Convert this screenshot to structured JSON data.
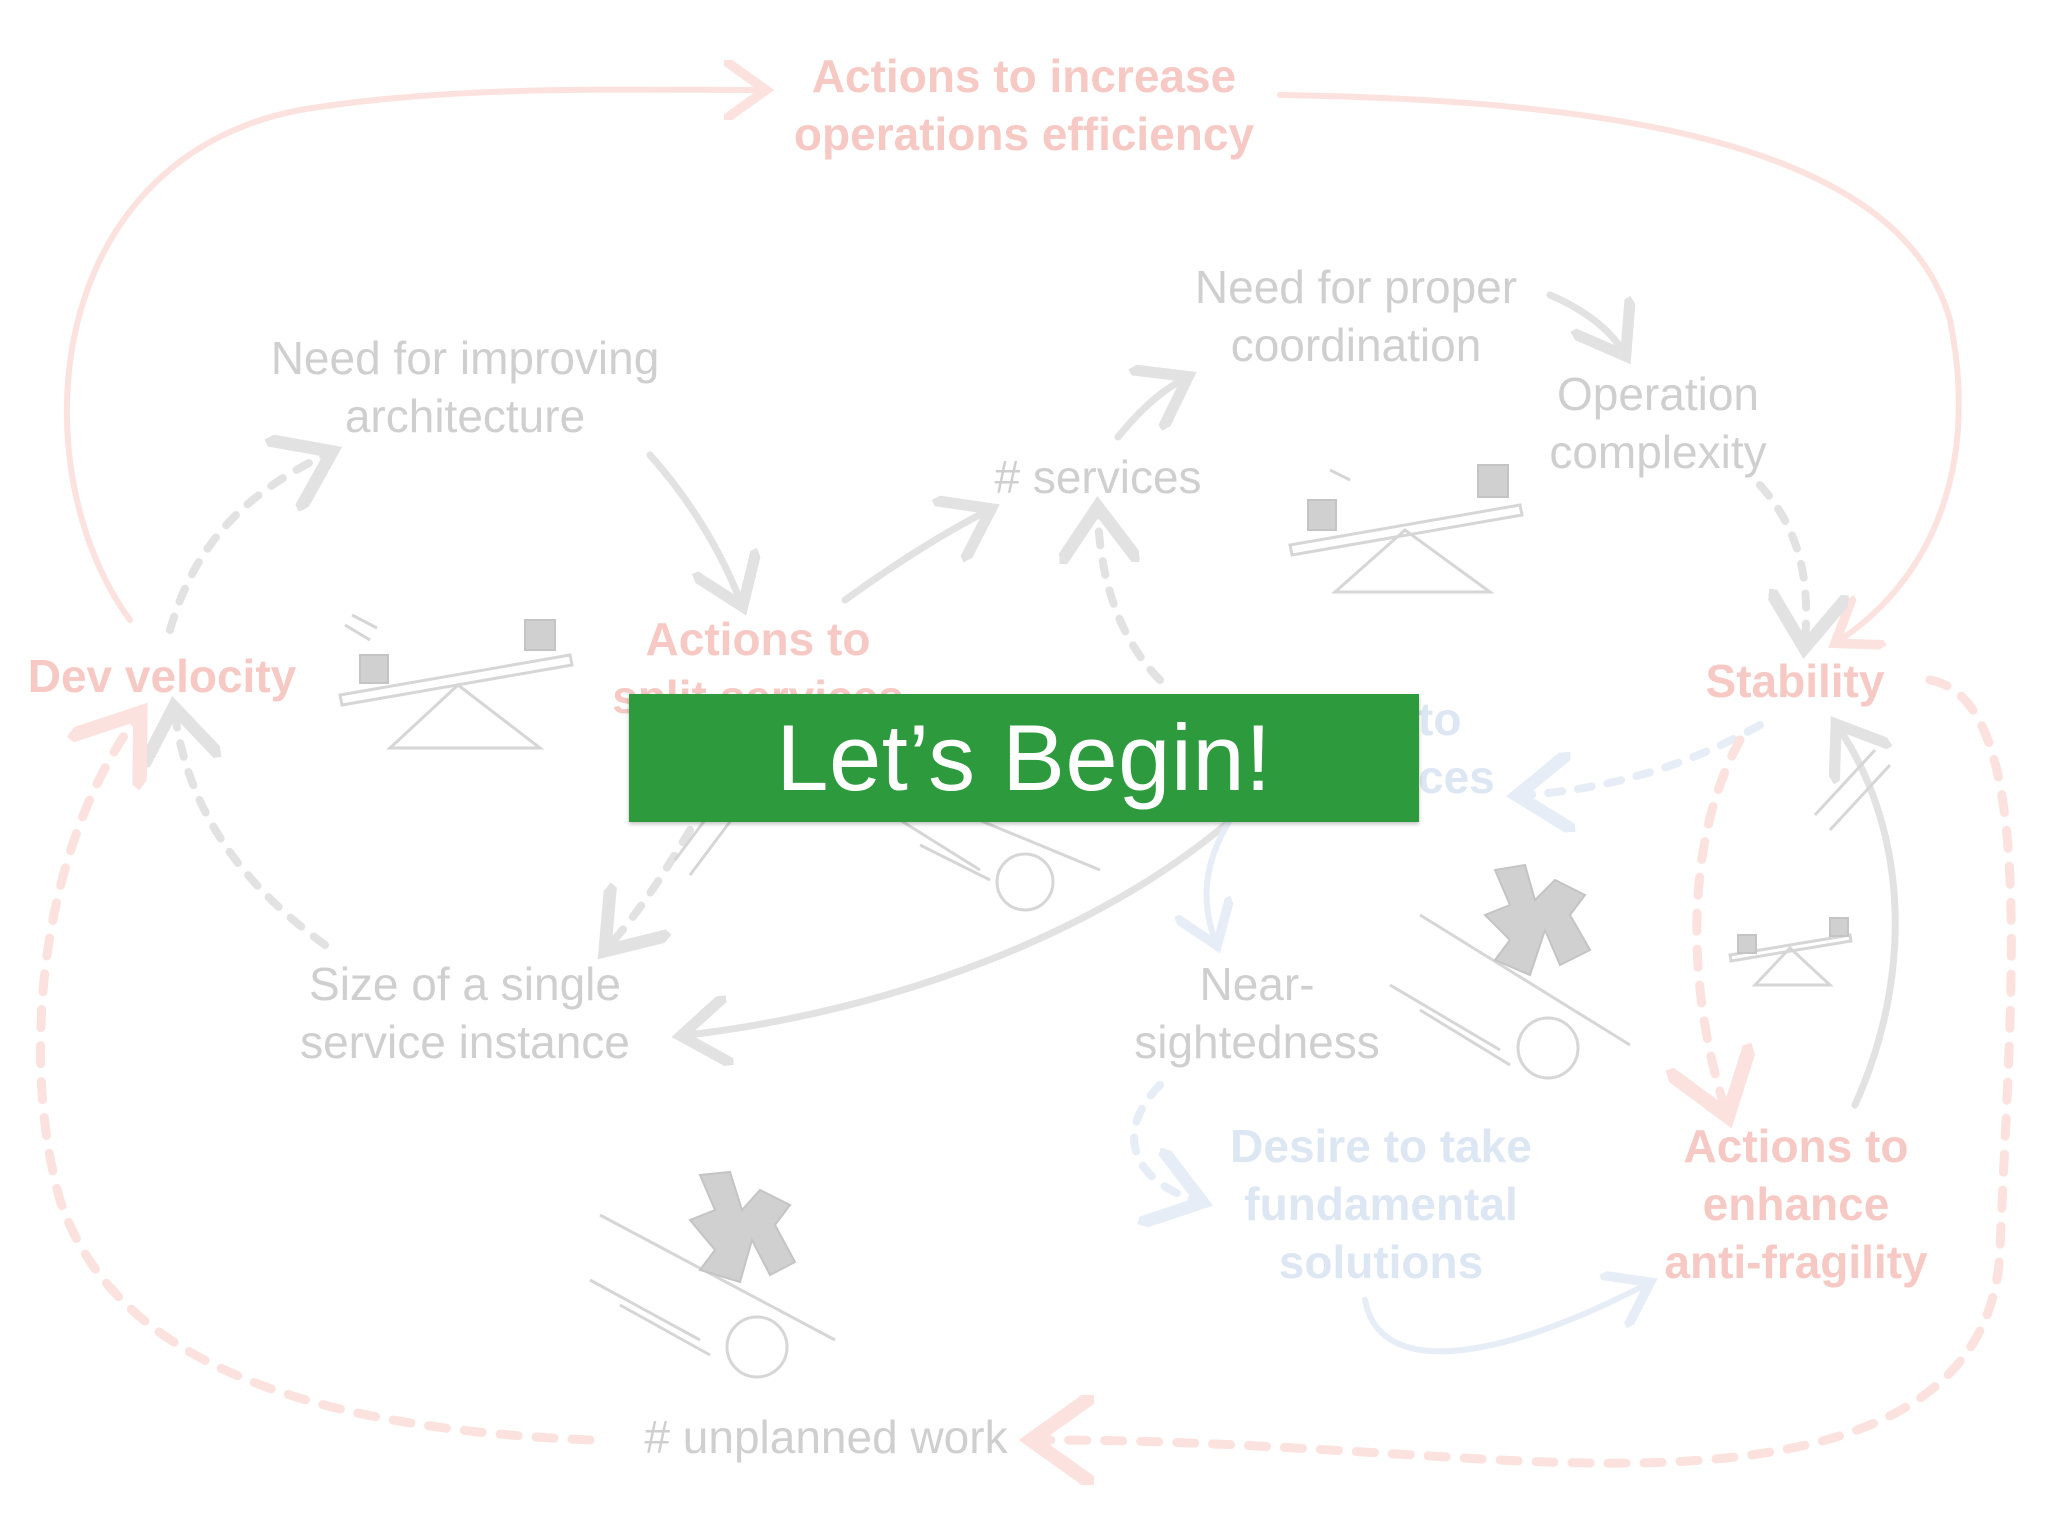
{
  "banner": {
    "title": "Let’s Begin!",
    "background": "#2e9a3e",
    "text_color": "#ffffff"
  },
  "diagram": {
    "nodes": {
      "actions_ops_efficiency": [
        "Actions to increase",
        "operations efficiency"
      ],
      "need_improving_architecture": [
        "Need for improving",
        "architecture"
      ],
      "need_proper_coordination": [
        "Need for proper",
        "coordination"
      ],
      "operation_complexity": [
        "Operation",
        "complexity"
      ],
      "services": "# services",
      "dev_velocity": "Dev velocity",
      "actions_split_services": [
        "Actions to",
        "split services"
      ],
      "actions_to_services_partial": [
        "to",
        "ces"
      ],
      "stability": "Stability",
      "size_single_service": [
        "Size of a single",
        "service instance"
      ],
      "near_sightedness": [
        "Near-",
        "sightedness"
      ],
      "desire_fundamental": [
        "Desire to take",
        "fundamental",
        "solutions"
      ],
      "actions_antifragility": [
        "Actions to",
        "enhance",
        "anti-fragility"
      ],
      "unplanned_work": "# unplanned work"
    },
    "colors": {
      "neutral_text": "#cfcfcf",
      "red_text": "#f6c9c4",
      "blue_text": "#dde6f3"
    },
    "icons": [
      "balance-scale-icon",
      "snowball-icon"
    ]
  }
}
